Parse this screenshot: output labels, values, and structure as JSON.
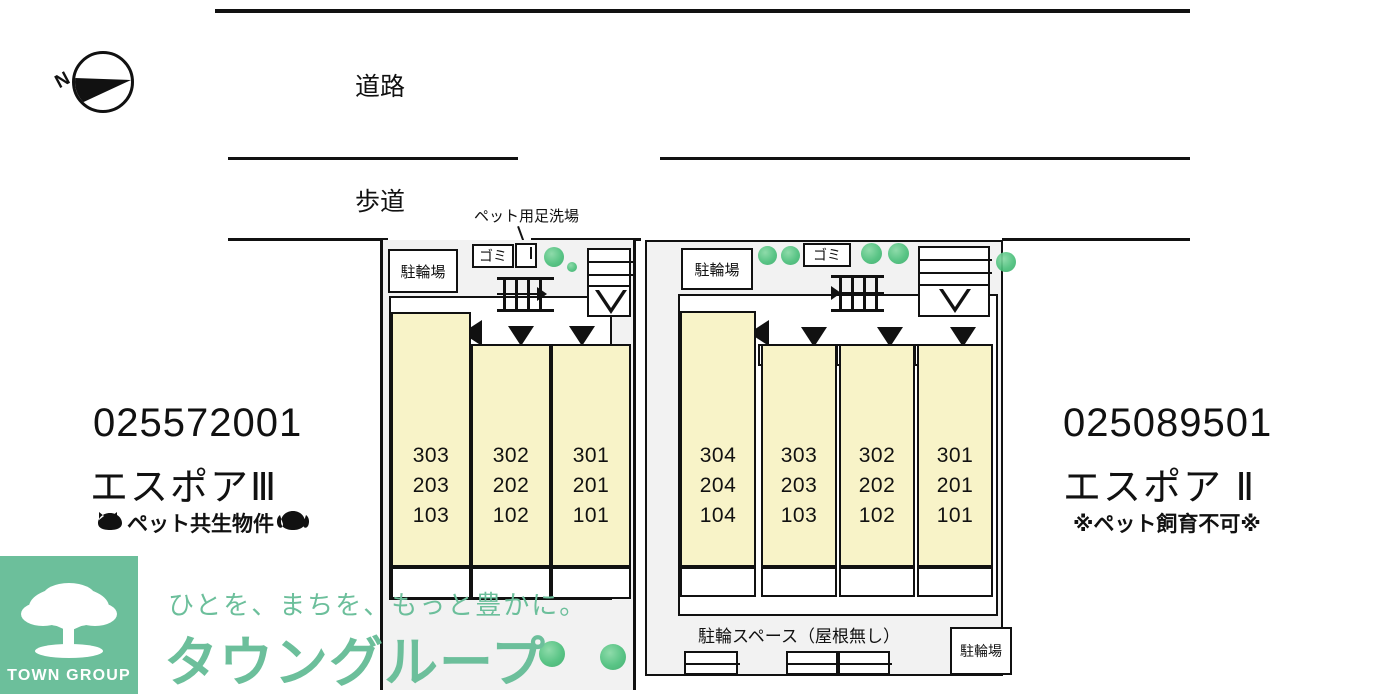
{
  "compass": {
    "label": "N"
  },
  "site_labels": {
    "road": "道路",
    "sidewalk": "歩道",
    "pet_wash": "ペット用足洗場",
    "bicycle_parking": "駐輪場",
    "trash": "ゴミ",
    "bicycle_space_noroof": "駐輪スペース（屋根無し）"
  },
  "left_property": {
    "code": "025572001",
    "name": "エスポアⅢ",
    "note": "ペット共生物件",
    "bicycle_parking": "駐輪場",
    "trash": "ゴミ",
    "columns": [
      {
        "floors": [
          "303",
          "203",
          "103"
        ]
      },
      {
        "floors": [
          "302",
          "202",
          "102"
        ]
      },
      {
        "floors": [
          "301",
          "201",
          "101"
        ]
      }
    ]
  },
  "right_property": {
    "code": "025089501",
    "name": "エスポア Ⅱ",
    "note": "※ペット飼育不可※",
    "bicycle_parking": "駐輪場",
    "bicycle_parking_bottom": "駐輪場",
    "trash": "ゴミ",
    "bicycle_space_noroof": "駐輪スペース（屋根無し）",
    "columns": [
      {
        "floors": [
          "304",
          "204",
          "104"
        ]
      },
      {
        "floors": [
          "303",
          "203",
          "103"
        ]
      },
      {
        "floors": [
          "302",
          "202",
          "102"
        ]
      },
      {
        "floors": [
          "301",
          "201",
          "101"
        ]
      }
    ]
  },
  "logo": {
    "mark": "tree-icon",
    "brand_en": "TOWN GROUP",
    "tagline": "ひとを、まちを、もっと豊かに。",
    "brand_jp": "タウングループ"
  },
  "colors": {
    "unit_fill": "#f8f3c8",
    "plate_fill": "#f2f2f2",
    "brand_green": "#6cbf9b",
    "shrub_green": "#4cc07c",
    "line": "#111111"
  }
}
